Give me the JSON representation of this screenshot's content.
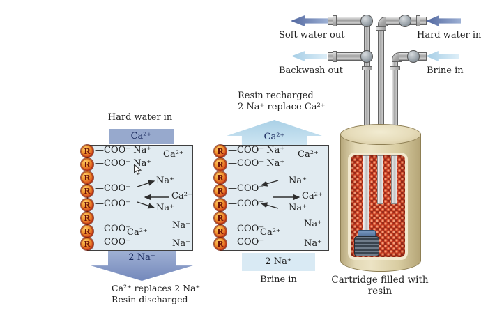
{
  "palette": {
    "box_fill": "#e1ebf1",
    "box_border": "#3f3f3f",
    "dark_arrow": "#51679f",
    "light_arrow": "#a5cde5",
    "inlet_rect": "#97a9cd",
    "down_arrow": "#7388bb",
    "up_arrow": "#a9d0e6",
    "navy_text": "#1b2b5e",
    "body_text": "#1f1f1f",
    "bead_orange": "#f29a31",
    "bead_ring": "#9c2c12",
    "resin_bed_red": "#c0392b",
    "tank_tan": "#ded3ab",
    "pipe_gray": "#9c9c9c"
  },
  "resin": {
    "symbol": "R"
  },
  "left_panel": {
    "header": "Hard water in",
    "inlet_ion": "Ca²⁺",
    "box": {
      "r1": "—COO⁻ Na⁺",
      "r2": "—COO⁻ Na⁺",
      "free_ca": "Ca²⁺",
      "r4_group": "—COO⁻",
      "r4_na": "Na⁺",
      "exchange_ca": "Ca²⁺",
      "r5_group": "—COO⁻",
      "r5_na": "Na⁺",
      "r7_group": "—COO⁻",
      "r7_ca": "Ca²⁺",
      "r7_na": "Na⁺",
      "r8_group": "—COO⁻",
      "r8_na": "Na⁺"
    },
    "outlet_label": "2 Na⁺",
    "caption1": "Ca²⁺ replaces 2 Na⁺",
    "caption2": "Resin discharged"
  },
  "middle_panel": {
    "caption1": "Resin recharged",
    "caption2": "2 Na⁺ replace  Ca²⁺",
    "outlet_ion": "Ca²⁺",
    "box": {
      "r1": "—COO⁻ Na⁺",
      "r2": "—COO⁻ Na⁺",
      "free_ca": "Ca²⁺",
      "r4_group": "—COO⁻",
      "r4_na": "Na⁺",
      "exchange_ca": "Ca²⁺",
      "r5_group": "—COO⁻",
      "r5_na": "Na⁺",
      "r7_group": "—COO⁻",
      "r7_ca": "Ca²⁺",
      "r7_na": "Na⁺",
      "r8_group": "—COO⁻",
      "r8_na": "Na⁺"
    },
    "inlet_label": "2 Na⁺",
    "inlet_caption": "Brine in"
  },
  "plumbing": {
    "soft_water_out": "Soft water out",
    "hard_water_in": "Hard water in",
    "backwash_out": "Backwash out",
    "brine_in": "Brine in"
  },
  "tank": {
    "caption": "Cartridge filled with resin"
  }
}
